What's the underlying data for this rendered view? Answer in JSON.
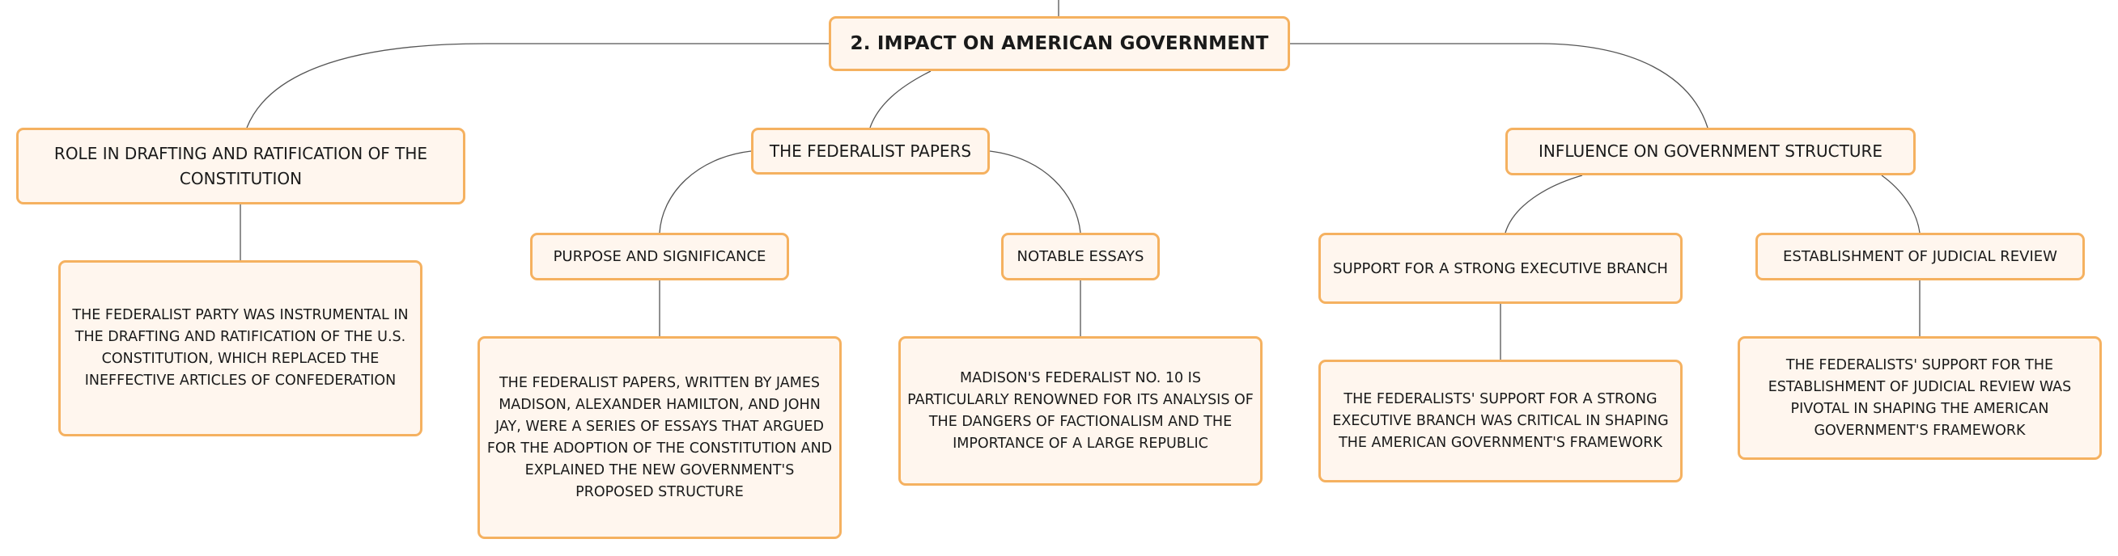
{
  "mindmap": {
    "root": {
      "label": "2. IMPACT ON AMERICAN GOVERNMENT"
    },
    "branches": [
      {
        "label": "ROLE IN DRAFTING AND RATIFICATION OF THE CONSTITUTION",
        "detail": "THE FEDERALIST PARTY WAS INSTRUMENTAL IN THE DRAFTING AND RATIFICATION OF THE U.S. CONSTITUTION, WHICH REPLACED THE INEFFECTIVE ARTICLES OF CONFEDERATION"
      },
      {
        "label": "THE FEDERALIST PAPERS",
        "children": [
          {
            "label": "PURPOSE AND SIGNIFICANCE",
            "detail": "THE FEDERALIST PAPERS, WRITTEN BY JAMES MADISON, ALEXANDER HAMILTON, AND JOHN JAY, WERE A SERIES OF ESSAYS THAT ARGUED FOR THE ADOPTION OF THE CONSTITUTION AND EXPLAINED THE NEW GOVERNMENT'S PROPOSED STRUCTURE"
          },
          {
            "label": "NOTABLE ESSAYS",
            "detail": "MADISON'S FEDERALIST NO. 10 IS PARTICULARLY RENOWNED FOR ITS ANALYSIS OF THE DANGERS OF FACTIONALISM AND THE IMPORTANCE OF A LARGE REPUBLIC"
          }
        ]
      },
      {
        "label": "INFLUENCE ON GOVERNMENT STRUCTURE",
        "children": [
          {
            "label": "SUPPORT FOR A STRONG EXECUTIVE BRANCH",
            "detail": "THE FEDERALISTS' SUPPORT FOR A STRONG EXECUTIVE BRANCH WAS CRITICAL IN SHAPING THE AMERICAN GOVERNMENT'S FRAMEWORK"
          },
          {
            "label": "ESTABLISHMENT OF JUDICIAL REVIEW",
            "detail": "THE FEDERALISTS' SUPPORT FOR THE ESTABLISHMENT OF JUDICIAL REVIEW WAS PIVOTAL IN SHAPING THE AMERICAN GOVERNMENT'S FRAMEWORK"
          }
        ]
      }
    ]
  },
  "colors": {
    "node_fill": "#fff6ee",
    "node_border": "#f5b160",
    "connector": "#555555"
  }
}
